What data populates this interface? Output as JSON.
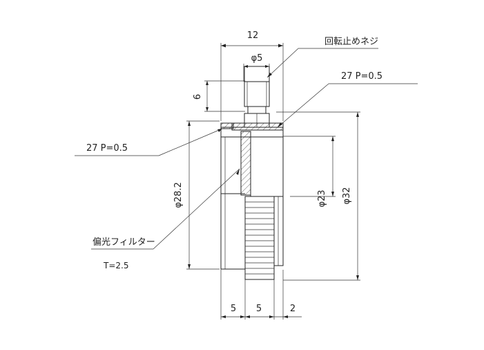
{
  "labels": {
    "top_width": "12",
    "shaft_dia": "φ5",
    "shaft_height": "6",
    "set_screw": "回転止めネジ",
    "thread_right": "27 P=0.5",
    "thread_left": "27 P=0.5",
    "outer_dia_left": "φ28.2",
    "inner_dia": "φ23",
    "outer_dia_right": "φ32",
    "filter_name": "偏光フィルター",
    "filter_thickness": "T=2.5",
    "bottom_dim_1": "5",
    "bottom_dim_2": "5",
    "bottom_dim_3": "2"
  }
}
